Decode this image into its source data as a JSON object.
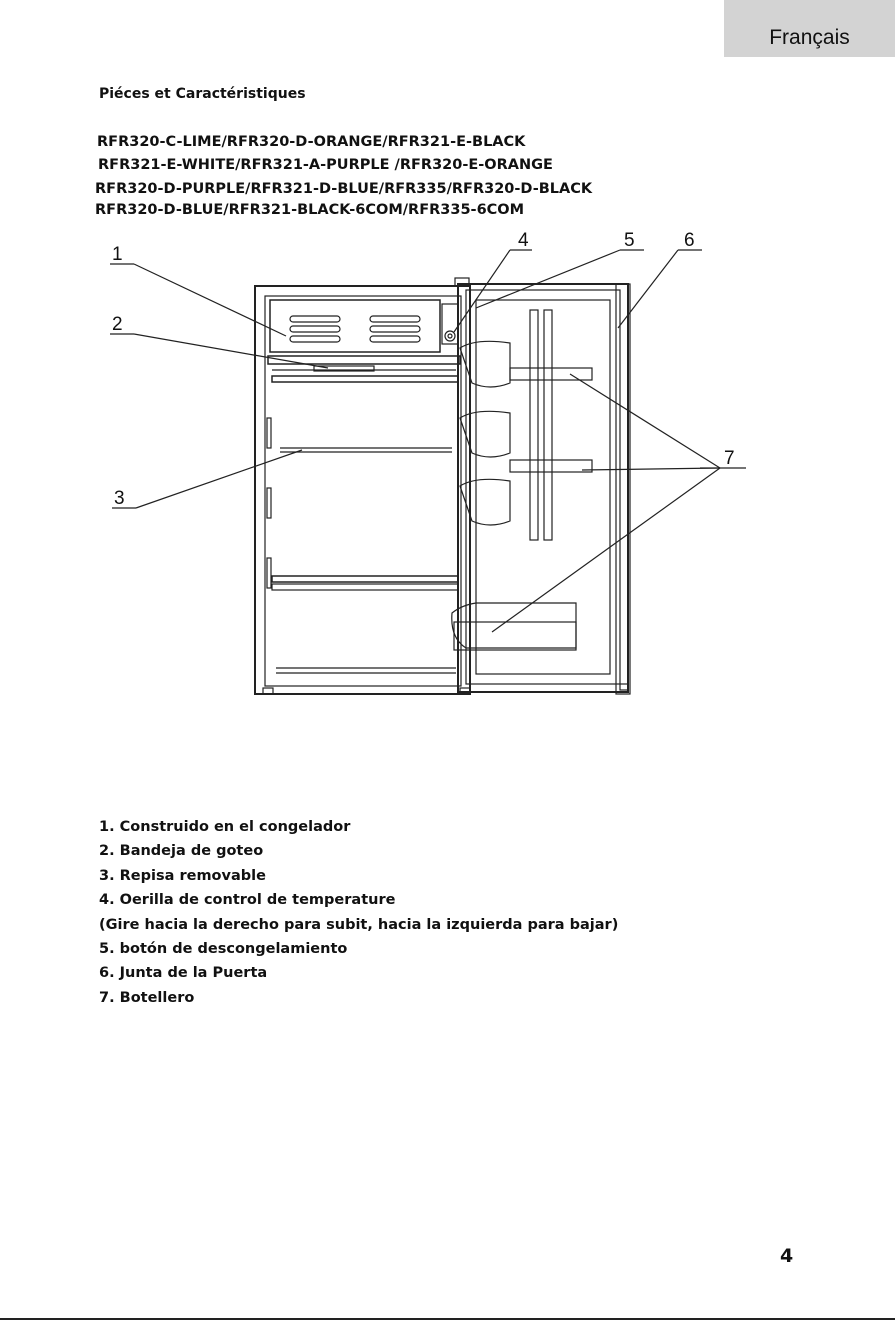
{
  "language_tab": "Français",
  "section_title": "Piéces et Caractéristiques",
  "models": [
    "RFR320-C-LIME/RFR320-D-ORANGE/RFR321-E-BLACK",
    "RFR321-E-WHITE/RFR321-A-PURPLE /RFR320-E-ORANGE",
    "RFR320-D-PURPLE/RFR321-D-BLUE/RFR335/RFR320-D-BLACK",
    "RFR320-D-BLUE/RFR321-BLACK-6COM/RFR335-6COM"
  ],
  "callouts": [
    "1",
    "2",
    "3",
    "4",
    "5",
    "6",
    "7"
  ],
  "parts": [
    "1. Construido en el congelador",
    "2. Bandeja de goteo",
    "3. Repisa removable",
    "4. Oerilla de control de temperature",
    "(Gire hacia la derecho para subit, hacia la izquierda para bajar)",
    "5. botón de descongelamiento",
    "6. Junta de la Puerta",
    "7. Botellero"
  ],
  "page_number": "4"
}
